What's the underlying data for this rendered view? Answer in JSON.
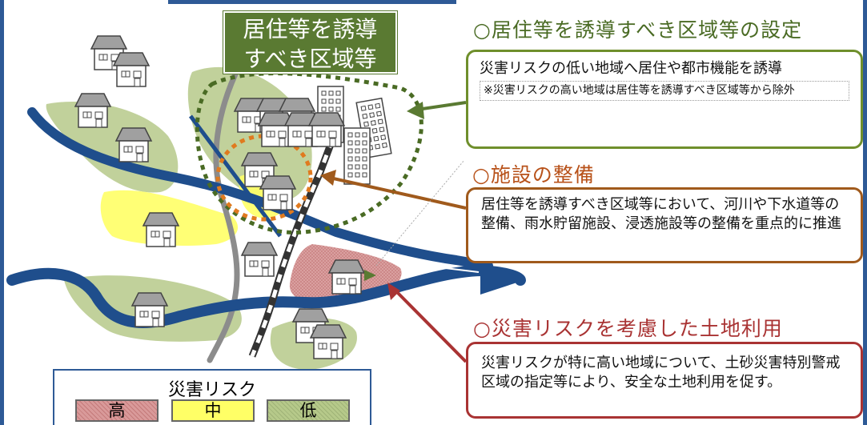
{
  "zone_label": {
    "line1": "居住等を誘導",
    "line2": "すべき区域等"
  },
  "sections": [
    {
      "heading": "○居住等を誘導すべき区域等の設定",
      "body": "災害リスクの低い地域へ居住や都市機能を誘導",
      "note": "※災害リスクの高い地域は居住等を誘導すべき区域等から除外",
      "color": "#4a6b24"
    },
    {
      "heading": "○施設の整備",
      "body": "居住等を誘導すべき区域等において、河川や下水道等の整備、雨水貯留施設、浸透施設等の整備を重点的に推進",
      "color": "#b8521a"
    },
    {
      "heading": "○災害リスクを考慮した土地利用",
      "body": "災害リスクが特に高い地域について、土砂災害特別警戒区域の指定等により、安全な土地利用を促す。",
      "color": "#a93333"
    }
  ],
  "legend": {
    "title": "災害リスク",
    "items": [
      {
        "label": "高",
        "color": "#d99a9a"
      },
      {
        "label": "中",
        "color": "#ffff66"
      },
      {
        "label": "低",
        "color": "#b6c98a"
      }
    ]
  },
  "colors": {
    "river": "#1f4e8c",
    "road": "#8c8c8c",
    "railway": "#333333",
    "zone_border": "#4a6b24",
    "facility_circle": "#e07a1f"
  }
}
